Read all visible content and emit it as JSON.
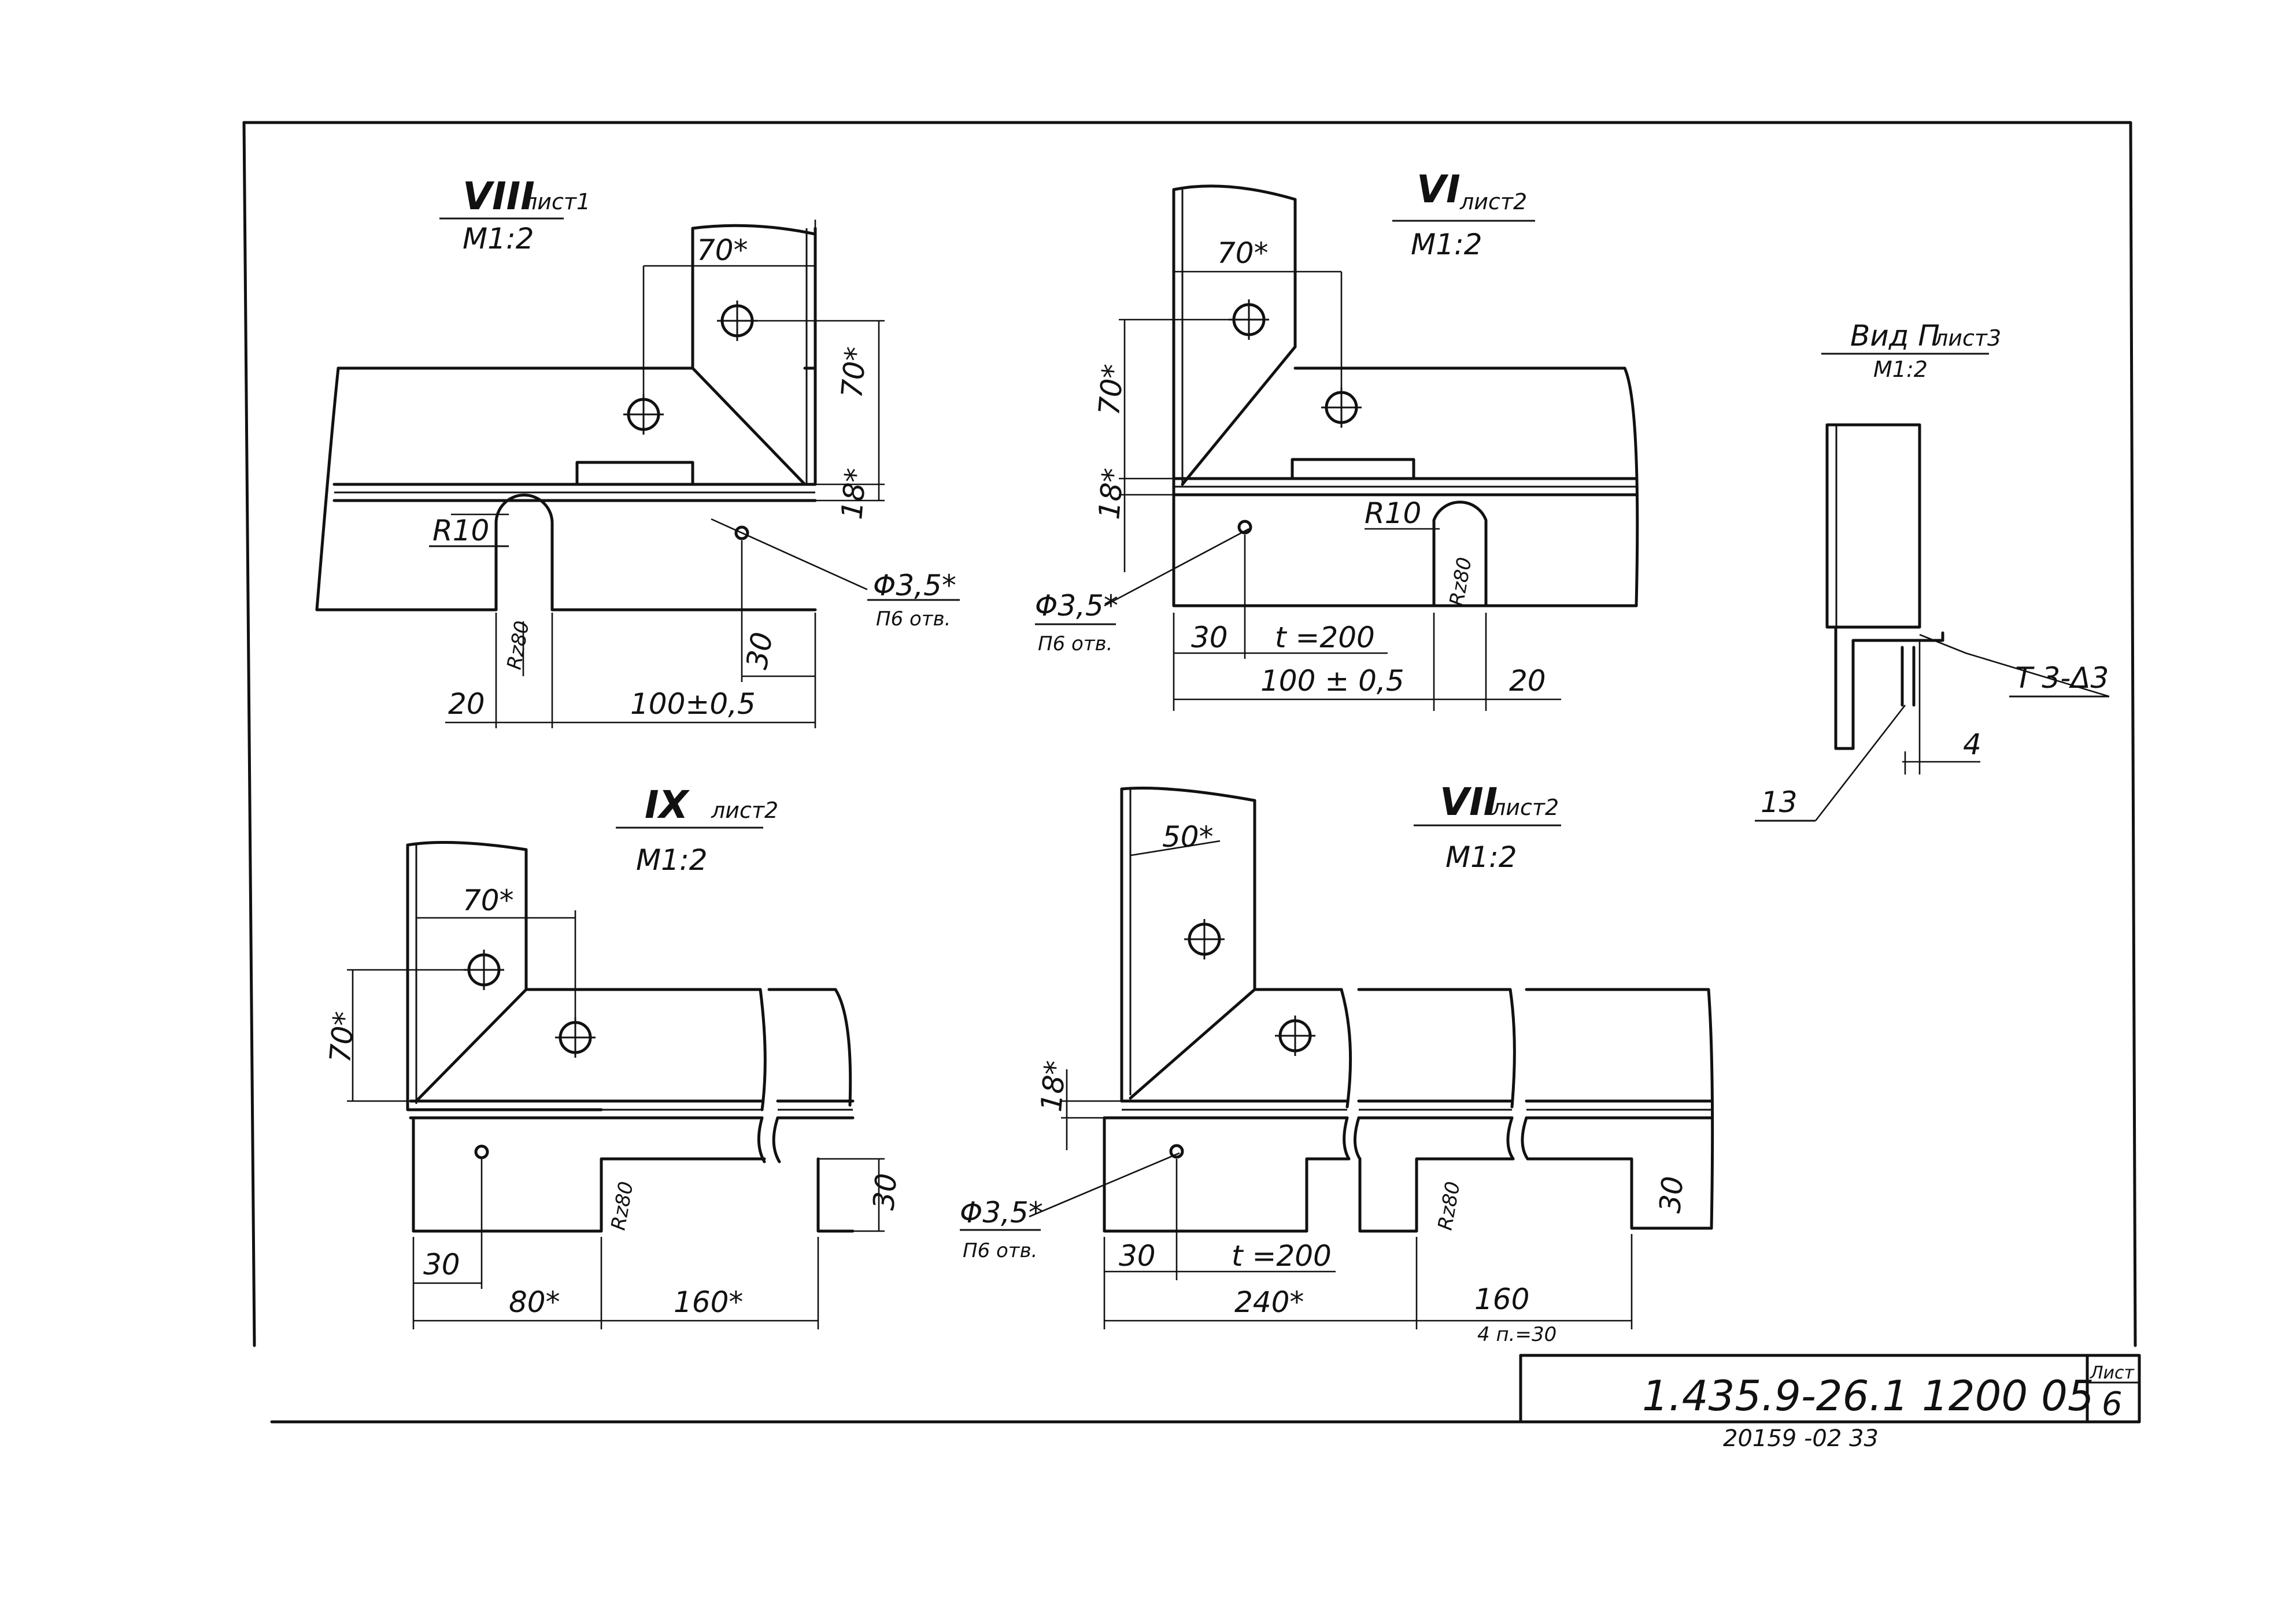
{
  "views": {
    "viii": {
      "roman": "VIII",
      "ref": "лист1",
      "scale": "М1:2"
    },
    "vi": {
      "roman": "VI",
      "ref": "лист2",
      "scale": "М1:2"
    },
    "ix": {
      "roman": "IX",
      "ref": "лист2",
      "scale": "М1:2"
    },
    "vii": {
      "roman": "VII",
      "ref": "лист2",
      "scale": "М1:2"
    },
    "vid": {
      "name": "Вид П",
      "ref": "лист3",
      "scale": "М1:2"
    }
  },
  "dims": {
    "d70s": "70*",
    "d70": "70*",
    "d18": "18*",
    "d50": "50*",
    "d30": "30",
    "d20": "20",
    "d100": "100±0,5",
    "d100b": "100 ± 0,5",
    "d80": "80*",
    "d160s": "160*",
    "d160": "160",
    "d240": "240*",
    "d4": "4",
    "pitch": "t =200",
    "radius": "R10",
    "hole": "Φ3,5*",
    "holes_note": "П6 отв.",
    "pitch_count": "4 п.=30",
    "rz": "Rz80",
    "weld": "Т 3-Δ3",
    "pos13": "13"
  },
  "stamp": {
    "doc_code": "1.435.9-26.1 1200 05",
    "sheet_label": "Лист",
    "sheet_no": "6",
    "archive": "20159 -02   33"
  }
}
